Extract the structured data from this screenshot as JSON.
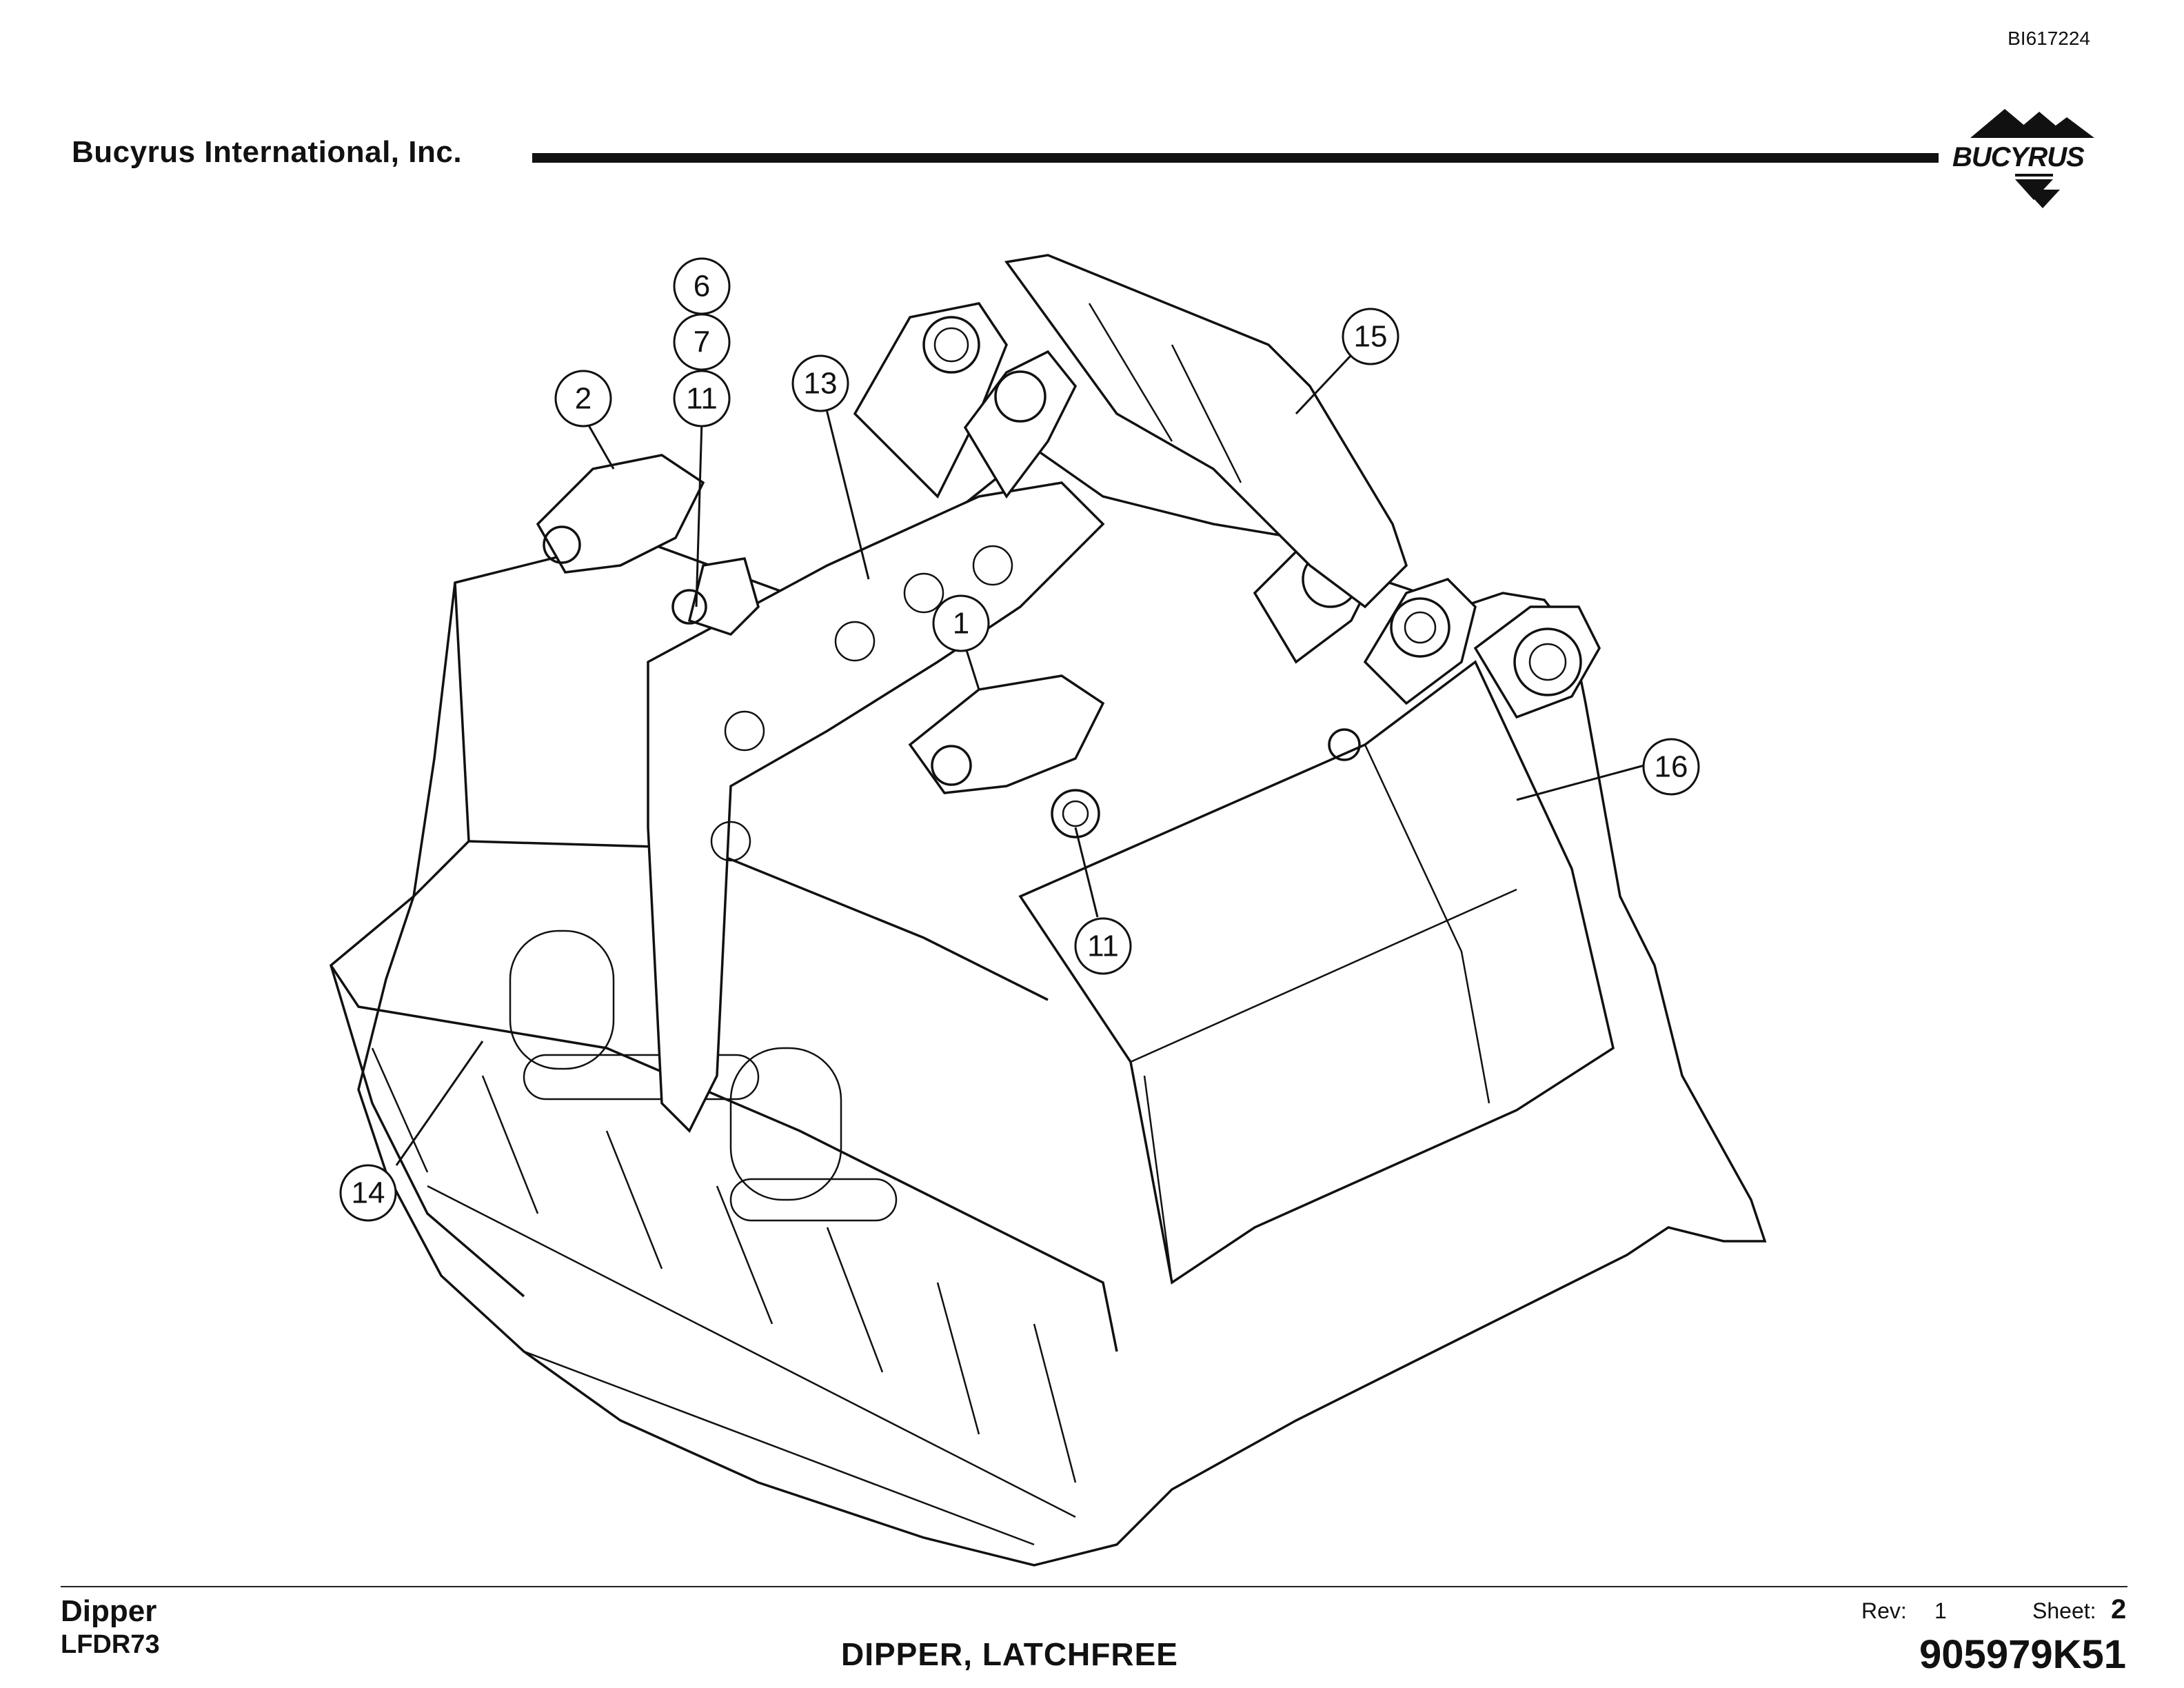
{
  "header": {
    "doc_id": "BI617224",
    "company": "Bucyrus International, Inc.",
    "logo_text": "BUCYRUS"
  },
  "callouts": [
    {
      "label": "6"
    },
    {
      "label": "7"
    },
    {
      "label": "11"
    },
    {
      "label": "2"
    },
    {
      "label": "13"
    },
    {
      "label": "15"
    },
    {
      "label": "1"
    },
    {
      "label": "16"
    },
    {
      "label": "11"
    },
    {
      "label": "14"
    }
  ],
  "footer": {
    "title": "Dipper",
    "model": "LFDR73",
    "description": "DIPPER, LATCHFREE",
    "rev_label": "Rev:",
    "rev_value": "1",
    "sheet_label": "Sheet:",
    "sheet_value": "2",
    "part_number": "905979K51"
  }
}
